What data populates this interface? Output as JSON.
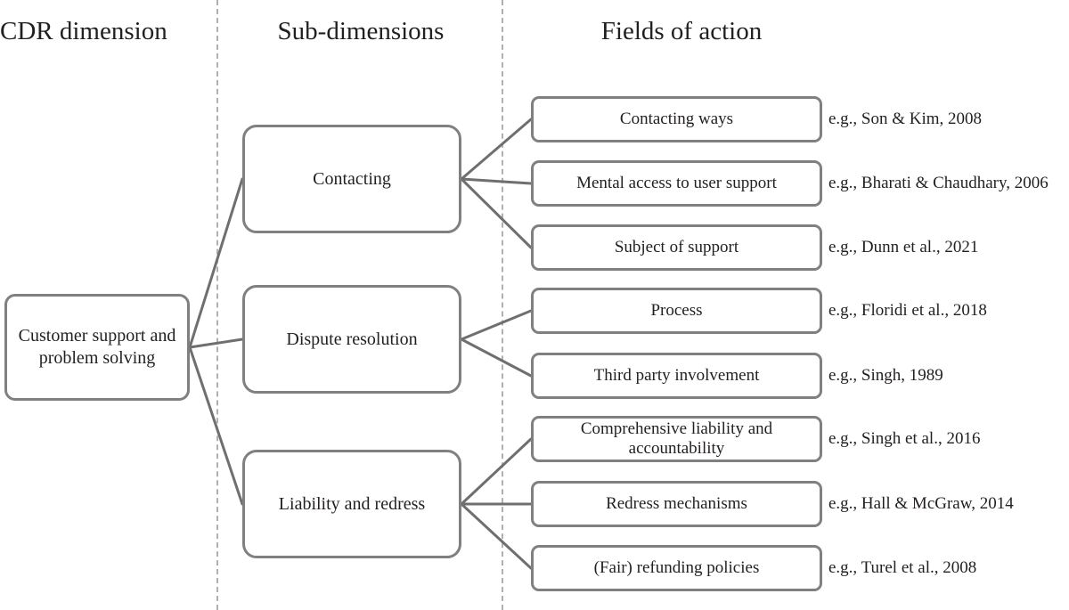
{
  "figure": {
    "type": "hierarchy-diagram",
    "columns": [
      {
        "id": "cdr-dimension",
        "label": "CDR dimension"
      },
      {
        "id": "sub-dimensions",
        "label": "Sub-dimensions"
      },
      {
        "id": "fields-of-action",
        "label": "Fields of action"
      }
    ],
    "colors": {
      "box_border": "#808080",
      "connector": "#6f6f6f",
      "divider": "#b0b0b0",
      "text": "#231f20",
      "background": "#ffffff"
    }
  },
  "root": {
    "label": "Customer support and\nproblem solving"
  },
  "sub_dimensions": [
    {
      "label": "Contacting"
    },
    {
      "label": "Dispute resolution"
    },
    {
      "label": "Liability  and redress"
    }
  ],
  "fields": [
    {
      "label": "Contacting ways",
      "citation": "e.g., Son & Kim, 2008",
      "parent": 0
    },
    {
      "label": "Mental access to user support",
      "citation": "e.g., Bharati & Chaudhary, 2006",
      "parent": 0
    },
    {
      "label": "Subject of support",
      "citation": "e.g., Dunn et al., 2021",
      "parent": 0
    },
    {
      "label": "Process",
      "citation": "e.g., Floridi et al., 2018",
      "parent": 1
    },
    {
      "label": "Third party involvement",
      "citation": "e.g., Singh, 1989",
      "parent": 1
    },
    {
      "label": "Comprehensive liability  and\naccountability",
      "citation": "e.g., Singh et al., 2016",
      "parent": 2
    },
    {
      "label": "Redress mechanisms",
      "citation": "e.g., Hall & McGraw, 2014",
      "parent": 2
    },
    {
      "label": "(Fair) refunding policies",
      "citation": "e.g., Turel et al., 2008",
      "parent": 2
    }
  ]
}
